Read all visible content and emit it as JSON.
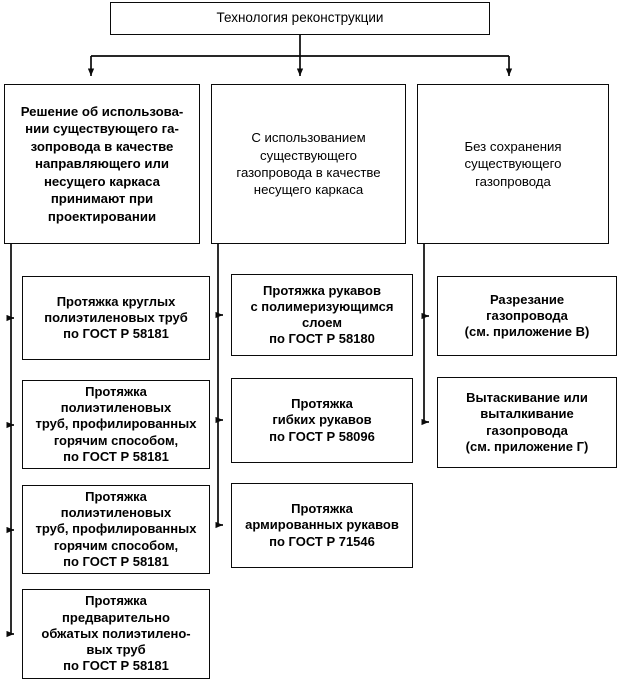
{
  "diagram": {
    "title_box": {
      "text": "Технология реконструкции"
    },
    "level1": [
      {
        "id": "decision",
        "text": "Решение об использова-\nнии существующего га-\nзопровода в качестве\nнаправляющего или\nнесущего каркаса\nпринимают при\nпроектировании"
      },
      {
        "id": "with-existing-pipeline",
        "text": "С использованием\nсуществующего\nгазопровода в качестве\nнесущего каркаса"
      },
      {
        "id": "without-existing-pipeline",
        "text": "Без сохранения\nсуществующего\nгазопровода"
      }
    ],
    "column1": [
      {
        "id": "round-pe-pipes",
        "text": "Протяжка круглых\nполиэтиленовых труб\nпо ГОСТ Р 58181"
      },
      {
        "id": "hot-profiled-pe-pipes-1",
        "text": "Протяжка\nполиэтиленовых\nтруб, профилированных\nгорячим способом,\nпо ГОСТ Р 58181"
      },
      {
        "id": "hot-profiled-pe-pipes-2",
        "text": "Протяжка\nполиэтиленовых\nтруб, профилированных\nгорячим способом,\nпо ГОСТ Р 58181"
      },
      {
        "id": "pre-compressed-pe-pipes",
        "text": "Протяжка\nпредварительно\nобжатых полиэтилено-\nвых труб\nпо ГОСТ Р 58181"
      }
    ],
    "column2": [
      {
        "id": "polymerizing-layer-hoses",
        "text": "Протяжка рукавов\nс полимеризующимся\nслоем\nпо ГОСТ Р 58180"
      },
      {
        "id": "flexible-hoses",
        "text": "Протяжка\nгибких рукавов\nпо ГОСТ Р 58096"
      },
      {
        "id": "reinforced-hoses",
        "text": "Протяжка\nармированных рукавов\nпо ГОСТ Р 71546"
      }
    ],
    "column3": [
      {
        "id": "pipeline-cutting",
        "text": "Разрезание\nгазопровода\n(см. приложение В)"
      },
      {
        "id": "pipeline-pulling-pushing",
        "text": "Вытаскивание или\nвыталкивание\nгазопровода\n(см. приложение Г)"
      }
    ],
    "colors": {
      "line": "#0a0a0a",
      "background": "#ffffff",
      "text": "#000000"
    }
  }
}
